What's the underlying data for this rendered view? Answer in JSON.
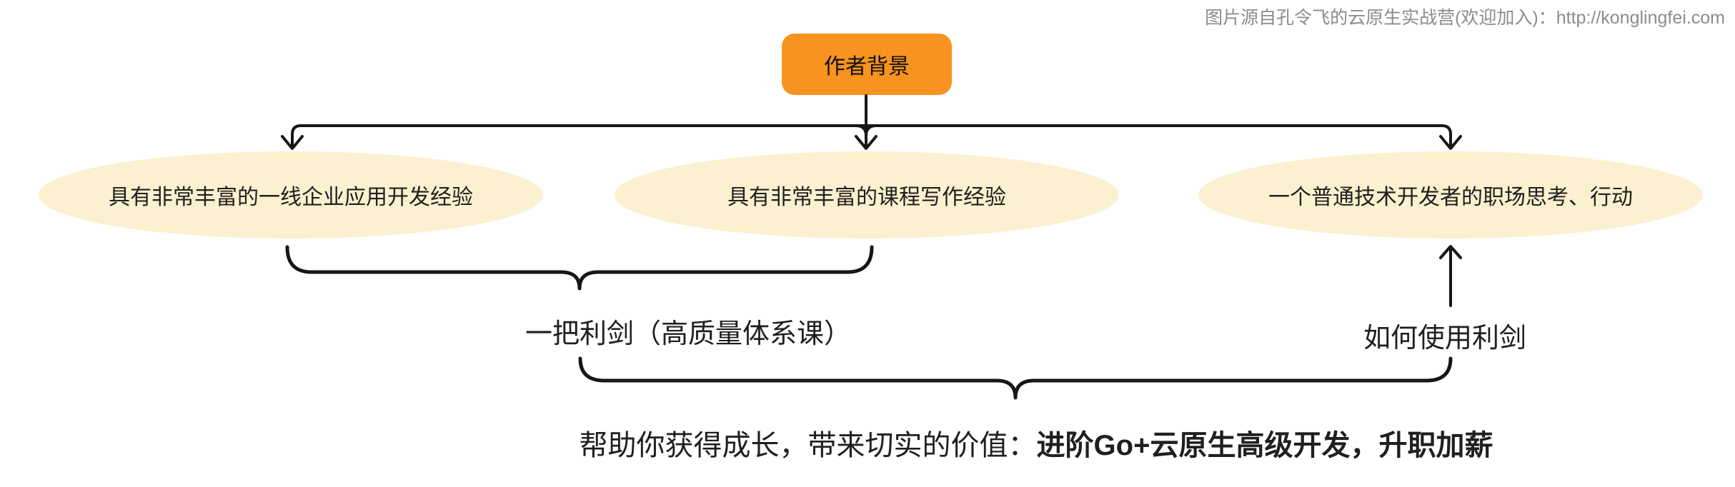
{
  "watermark": "图片源自孔令飞的云原生实战营(欢迎加入)：http://konglingfei.com",
  "root": {
    "label": "作者背景"
  },
  "branches": [
    {
      "label": "具有非常丰富的一线企业应用开发经验"
    },
    {
      "label": "具有非常丰富的课程写作经验"
    },
    {
      "label": "一个普通技术开发者的职场思考、行动"
    }
  ],
  "groups": [
    {
      "label": "一把利剑（高质量体系课）"
    },
    {
      "label": "如何使用利剑"
    }
  ],
  "conclusion": {
    "prefix": "帮助你获得成长，带来切实的价值：",
    "bold": "进阶Go+云原生高级开发，升职加薪"
  },
  "colors": {
    "root_fill": "#F7931E",
    "branch_fill": "#FBF0CF",
    "line": "#161616",
    "watermark": "#8C8C8C",
    "text": "#1F1F1F"
  }
}
